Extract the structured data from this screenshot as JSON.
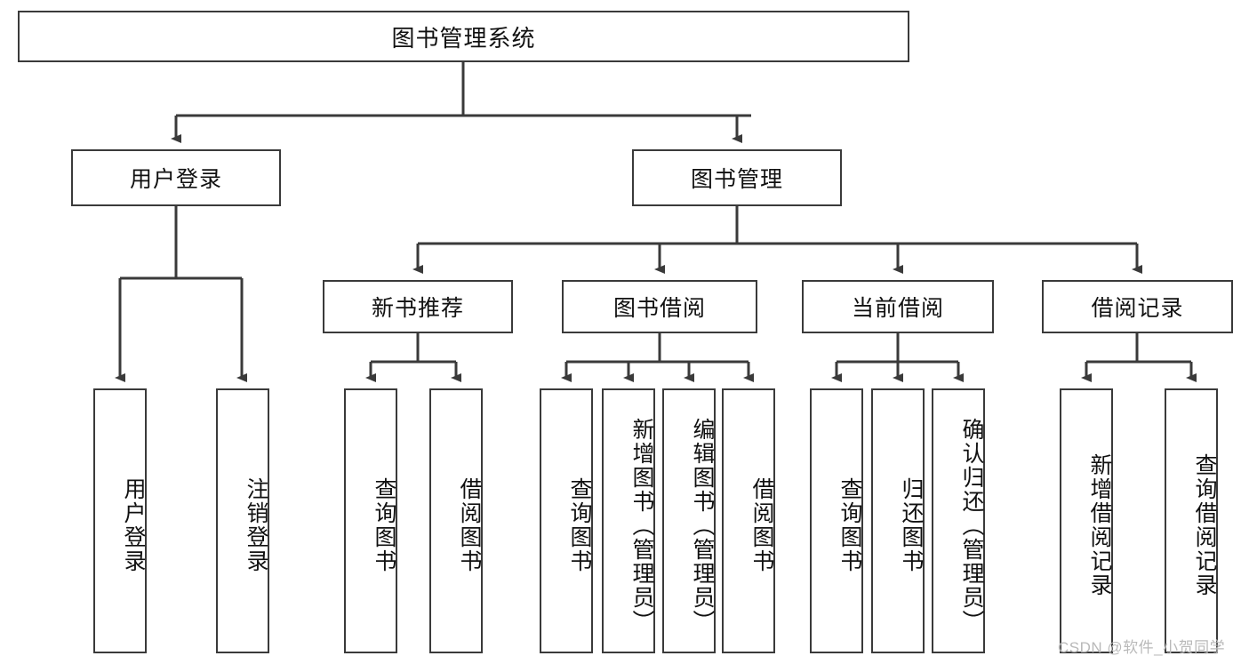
{
  "diagram": {
    "type": "tree-hierarchy",
    "title": "图书管理系统",
    "watermark": "CSDN @软件_小贺同学",
    "colors": {
      "stroke": "#3a3a3a",
      "fill": "#ffffff",
      "text": "#111111",
      "watermark": "#b9b9b9"
    },
    "root": {
      "label": "图书管理系统"
    },
    "level1": [
      {
        "label": "用户登录"
      },
      {
        "label": "图书管理"
      }
    ],
    "level2": [
      {
        "label": "新书推荐"
      },
      {
        "label": "图书借阅"
      },
      {
        "label": "当前借阅"
      },
      {
        "label": "借阅记录"
      }
    ],
    "leaves": {
      "user_login": [
        {
          "label": "用户登录"
        },
        {
          "label": "注销登录"
        }
      ],
      "new_book": [
        {
          "label": "查询图书"
        },
        {
          "label": "借阅图书"
        }
      ],
      "borrow_book": [
        {
          "label": "查询图书"
        },
        {
          "label": "新增图书（管理员）"
        },
        {
          "label": "编辑图书（管理员）"
        },
        {
          "label": "借阅图书"
        }
      ],
      "current_borrow": [
        {
          "label": "查询图书"
        },
        {
          "label": "归还图书"
        },
        {
          "label": "确认归还（管理员）"
        }
      ],
      "borrow_record": [
        {
          "label": "新增借阅记录"
        },
        {
          "label": "查询借阅记录"
        }
      ]
    }
  }
}
